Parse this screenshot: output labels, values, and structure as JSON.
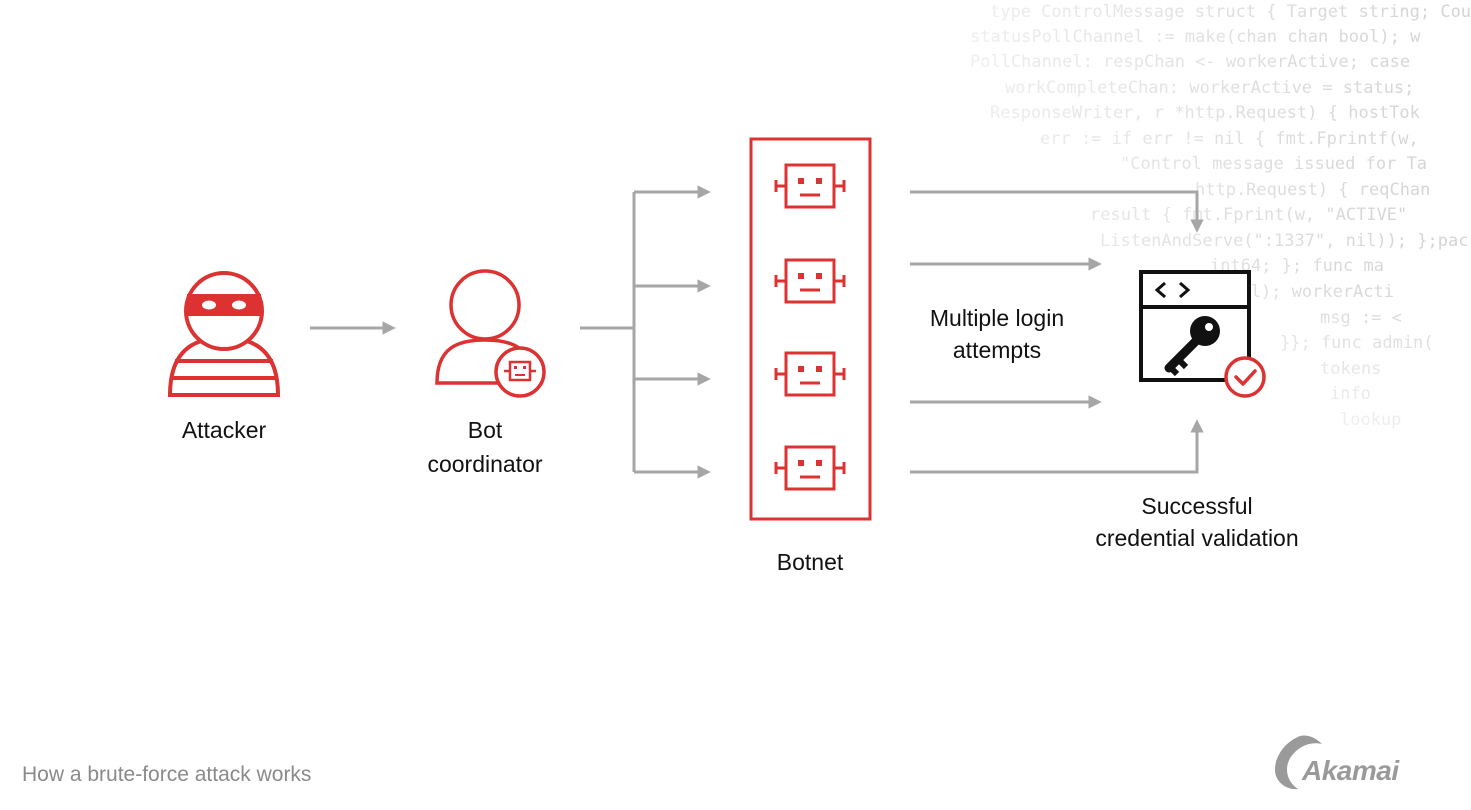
{
  "background_code": [
    "type ControlMessage struct { Target string; Cou",
    "statusPollChannel := make(chan chan bool); w",
    "PollChannel: respChan <- workerActive; case",
    "workCompleteChan: workerActive = status;",
    "ResponseWriter, r *http.Request) { hostTok",
    "err := if err != nil { fmt.Fprintf(w,",
    "\"Control message issued for Ta",
    "http.Request) { reqChan",
    "result { fmt.Fprint(w, \"ACTIVE\"",
    "ListenAndServe(\":1337\", nil)); };pac",
    "int64; }; func ma",
    "bool); workerActi",
    "msg := <",
    "}}; func admin(",
    "tokens",
    "info",
    "lookup"
  ],
  "nodes": {
    "attacker": "Attacker",
    "coordinator_line1": "Bot",
    "coordinator_line2": "coordinator",
    "botnet": "Botnet",
    "attempts_line1": "Multiple login",
    "attempts_line2": "attempts",
    "success_line1": "Successful",
    "success_line2": "credential validation"
  },
  "caption": "How a brute-force attack works",
  "logo": "Akamai",
  "icons": [
    "attacker-icon",
    "bot-coordinator-icon",
    "bot-icon",
    "login-window-icon",
    "key-icon",
    "check-icon",
    "akamai-logo-icon"
  ],
  "colors": {
    "accent_red": "#dc3232",
    "arrow_gray": "#a6a6a6",
    "icon_black": "#111111",
    "caption_gray": "#8a8a8a"
  }
}
